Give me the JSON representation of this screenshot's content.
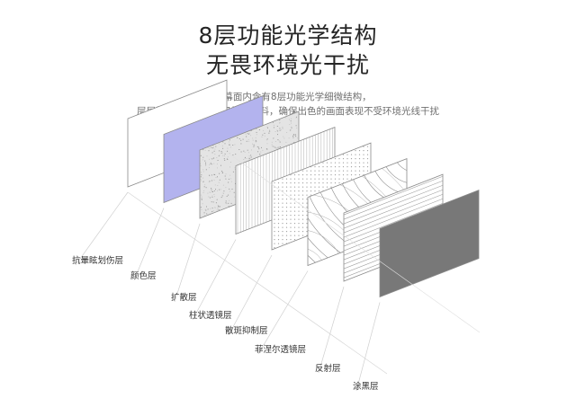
{
  "heading": {
    "line1": "8层功能光学结构",
    "line2": "无畏环境光干扰"
  },
  "description": {
    "line1": "纤薄幕面内含有8层功能光学细微结构，",
    "line2": "层层精选的纳米光学级树脂材料，确保出色的画面表现不受环境光线干扰"
  },
  "layers": [
    {
      "label": "抗暈眩划伤层",
      "fill": "#ffffff",
      "pattern": "none"
    },
    {
      "label": "颜色层",
      "fill": "#b3b3ee",
      "pattern": "none"
    },
    {
      "label": "扩散层",
      "fill": "#e4e4e4",
      "pattern": "speckle"
    },
    {
      "label": "柱状透镜层",
      "fill": "#ffffff",
      "pattern": "vlines"
    },
    {
      "label": "散斑抑制层",
      "fill": "#ffffff",
      "pattern": "dots"
    },
    {
      "label": "菲涅尔透镜层",
      "fill": "#ffffff",
      "pattern": "arcs"
    },
    {
      "label": "反射层",
      "fill": "#ffffff",
      "pattern": "slant"
    },
    {
      "label": "涂黑层",
      "fill": "#787878",
      "pattern": "none"
    }
  ]
}
